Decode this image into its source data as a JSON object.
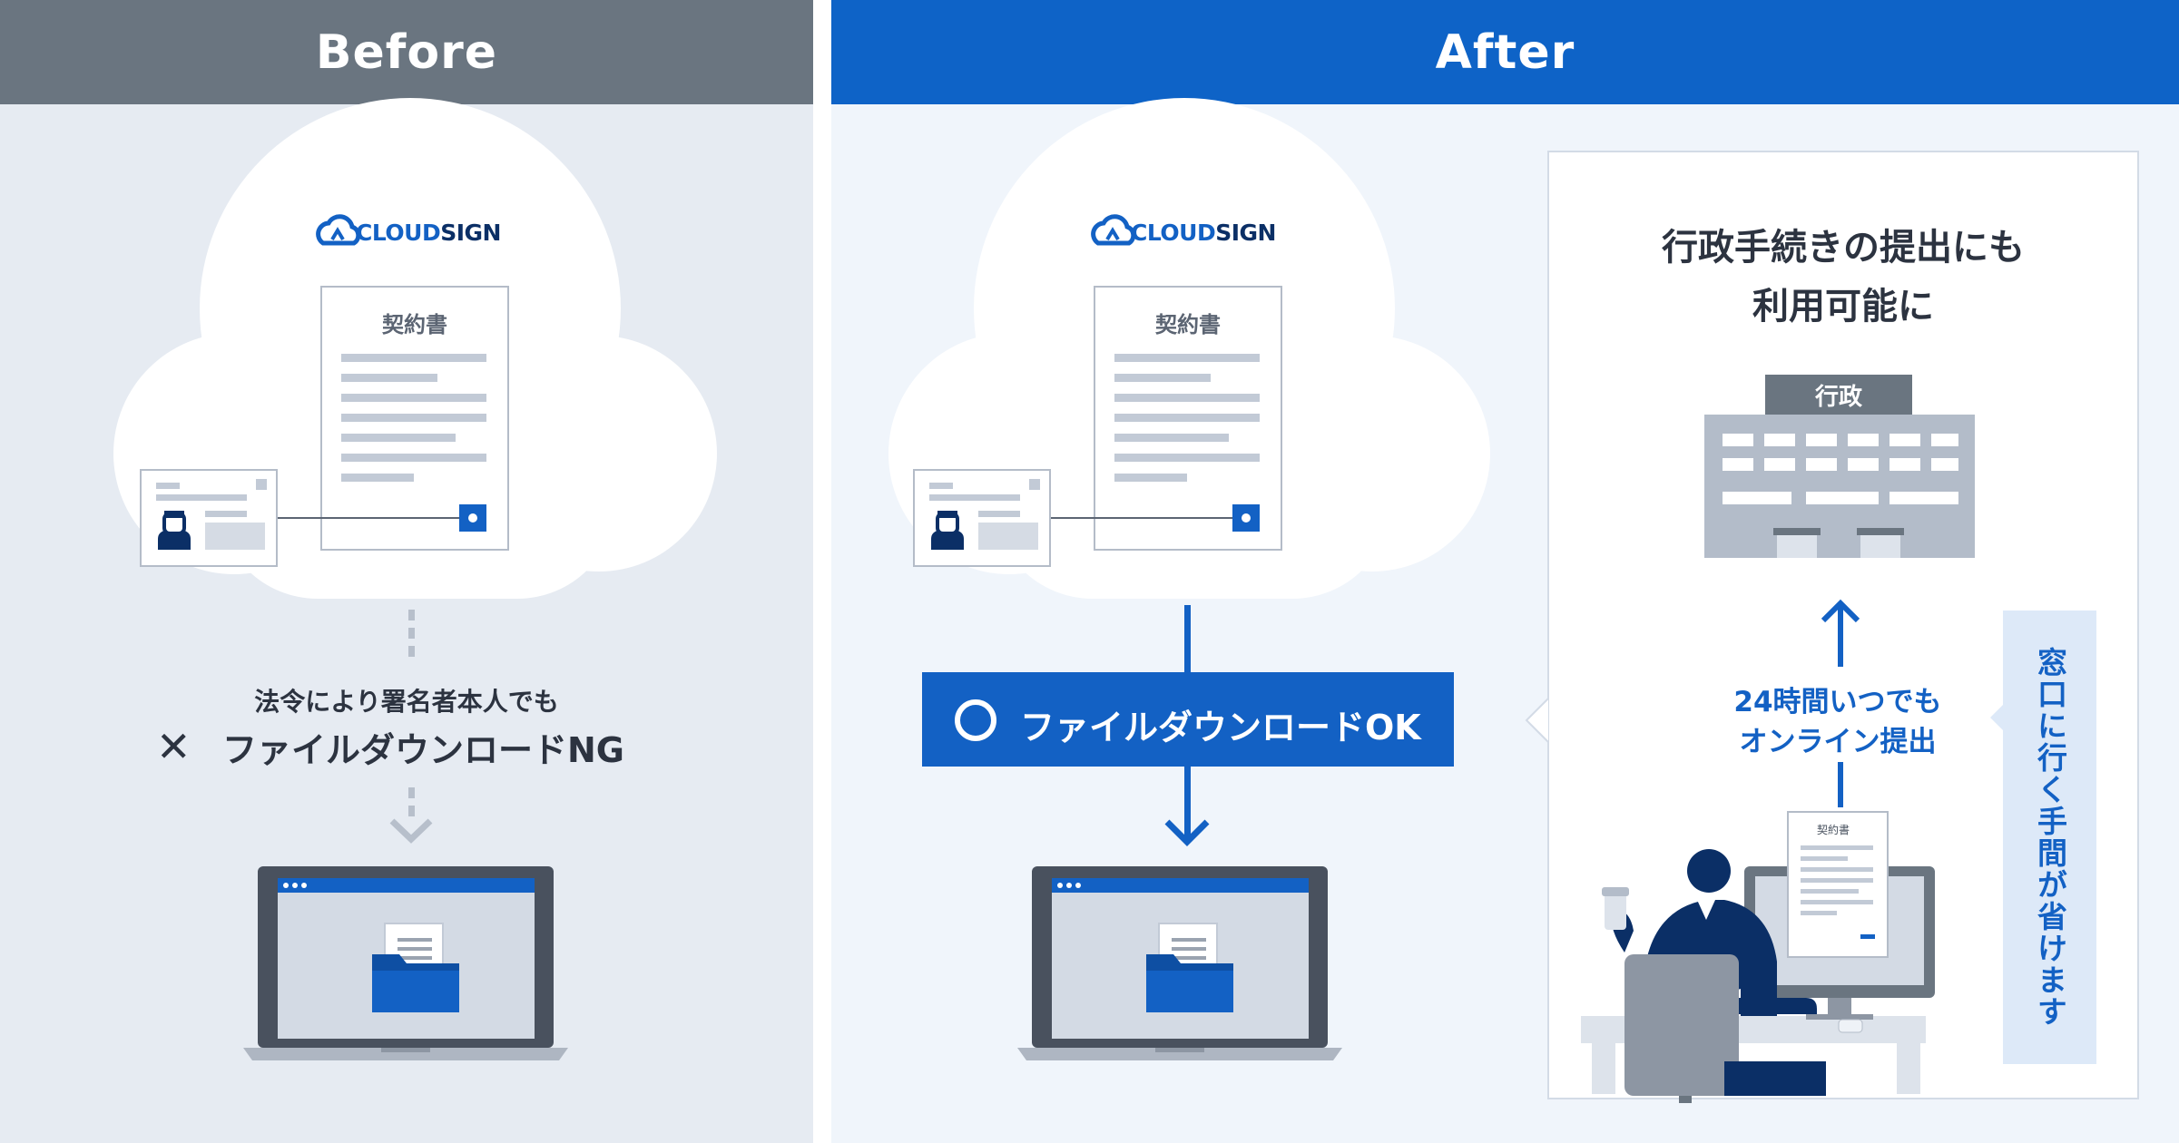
{
  "before": {
    "header": "Before",
    "brand_logo": "CLOUDSIGN",
    "document_label": "契約書",
    "note_line1": "法令により署名者本人でも",
    "note_line2": "ファイルダウンロードNG",
    "ng_mark": "✕"
  },
  "after": {
    "header": "After",
    "brand_logo": "CLOUDSIGN",
    "document_label": "契約書",
    "ok_label": "ファイルダウンロードOK",
    "card": {
      "title_line1": "行政手続きの提出にも",
      "title_line2": "利用可能に",
      "building_label": "行政",
      "submit_line1": "24時間いつでも",
      "submit_line2": "オンライン提出",
      "side_note": "窓口に行く手間が省けます",
      "small_document_label": "契約書"
    }
  },
  "colors": {
    "before_header": "#6a7580",
    "after_header": "#0e63c7",
    "accent_blue": "#1361c4",
    "navy": "#0b2f66"
  }
}
